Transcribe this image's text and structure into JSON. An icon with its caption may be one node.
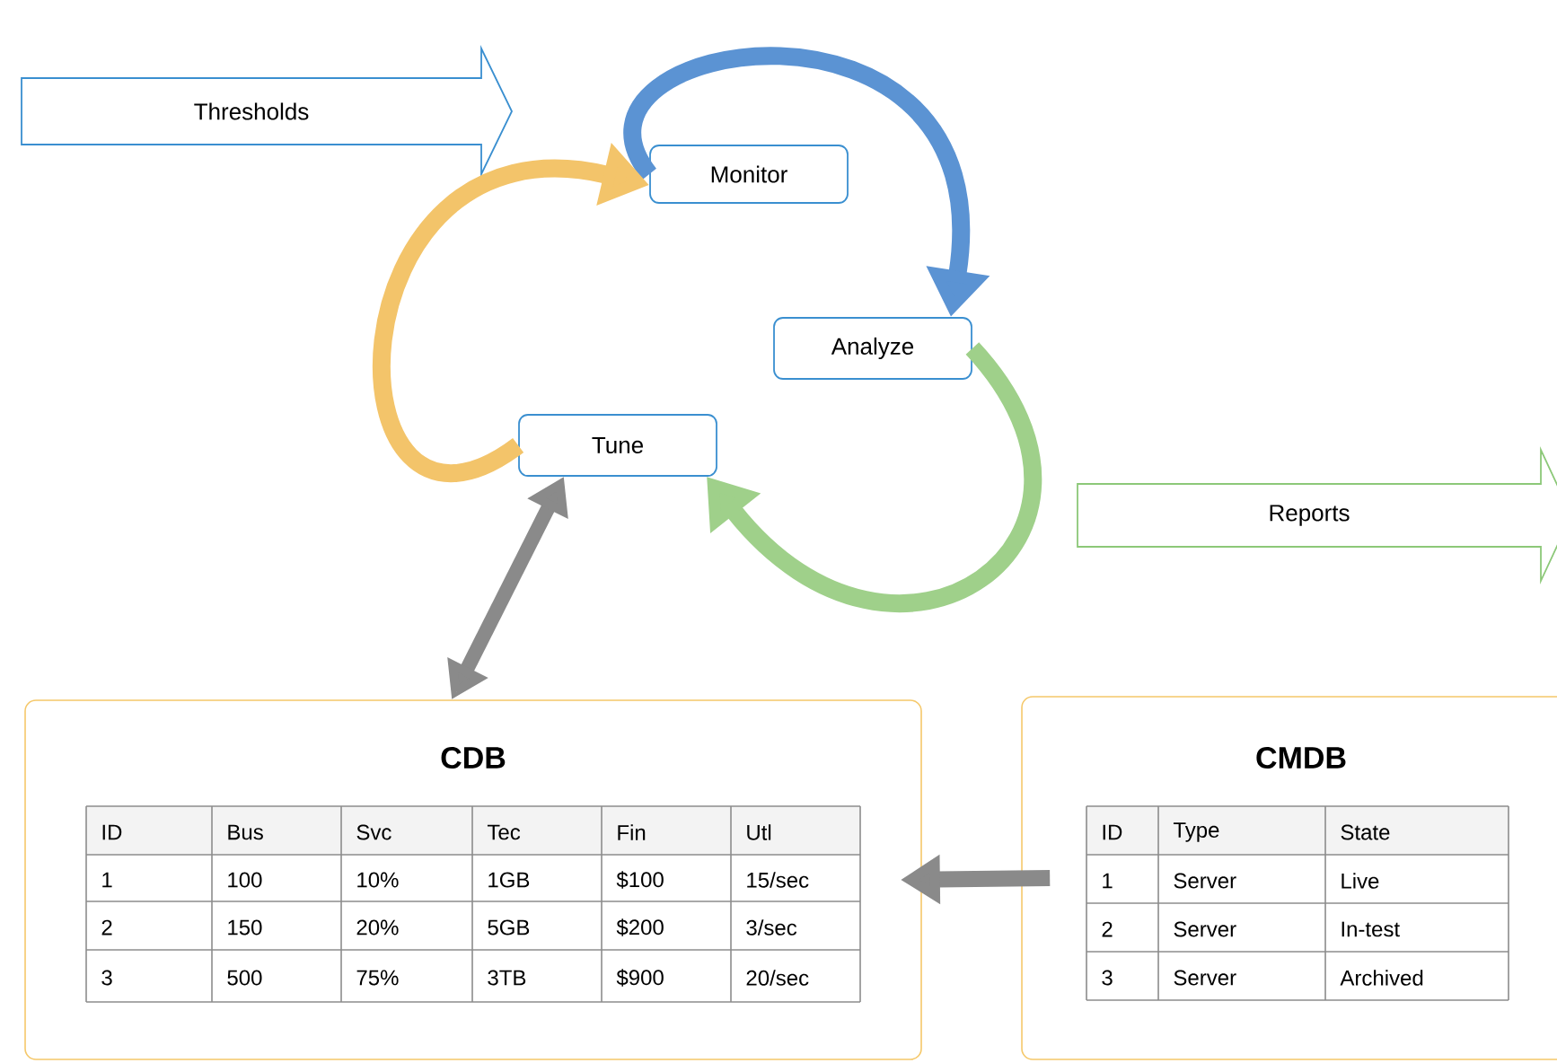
{
  "diagram": {
    "nodes": [
      {
        "text": [
          "Thresholds"
        ]
      },
      {
        "text": [
          "Monitor"
        ]
      },
      {
        "text": [
          "Analyze"
        ]
      },
      {
        "text": [
          "Tune"
        ]
      },
      {
        "text": [
          "Reports"
        ]
      },
      {
        "text": [
          "CDB"
        ]
      },
      {
        "text": [
          "CMDB"
        ]
      }
    ],
    "edges": [
      {
        "from": 1,
        "to": 2,
        "arrow": "to",
        "color": "#5b93d3"
      },
      {
        "from": 2,
        "to": 3,
        "arrow": "to",
        "color": "#9fd08a"
      },
      {
        "from": 3,
        "to": 1,
        "arrow": "to",
        "color": "#f3c46a"
      },
      {
        "from": 5,
        "to": 3,
        "arrow": "both",
        "color": "#8a8a8a"
      },
      {
        "from": 6,
        "to": 5,
        "arrow": "to",
        "color": "#8a8a8a"
      }
    ],
    "labels": [
      "ID",
      "Bus",
      "Svc",
      "Tec",
      "Fin",
      "Utl",
      "1",
      "100",
      "10%",
      "1GB",
      "$100",
      "15/sec",
      "2",
      "150",
      "20%",
      "5GB",
      "$200",
      "3/sec",
      "3",
      "500",
      "75%",
      "3TB",
      "$900",
      "20/sec",
      "ID",
      "Type",
      "State",
      "1",
      "Server",
      "Live",
      "2",
      "Server",
      "In-test",
      "3",
      "Server",
      "Archived"
    ]
  }
}
